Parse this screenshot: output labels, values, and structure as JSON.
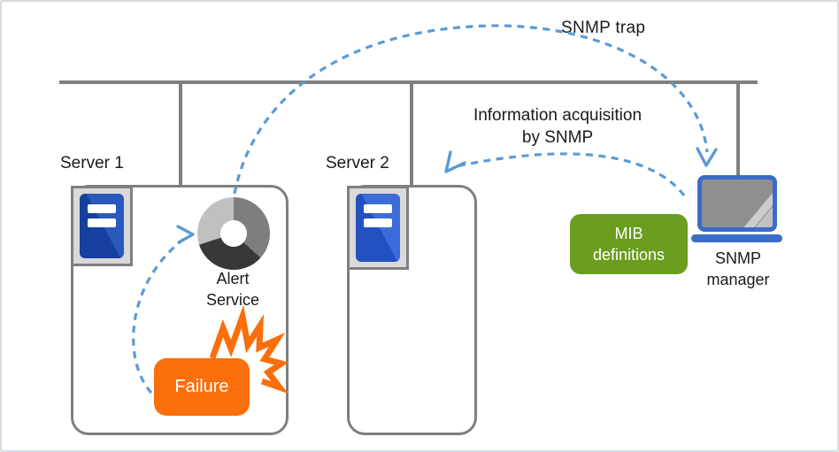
{
  "annotations": {
    "snmp_trap": "SNMP trap",
    "info_acquisition_line1": "Information acquisition",
    "info_acquisition_line2": "by SNMP"
  },
  "servers": {
    "server1": {
      "label": "Server 1",
      "service_label_line1": "Alert",
      "service_label_line2": "Service",
      "event_label": "Failure"
    },
    "server2": {
      "label": "Server 2"
    }
  },
  "manager": {
    "label_line1": "SNMP",
    "label_line2": "manager",
    "mib_line1": "MIB",
    "mib_line2": "definitions"
  },
  "colors": {
    "connector_gray": "#7f7f7f",
    "arrow_blue": "#5b9bd5",
    "failure_orange": "#fa6e0c",
    "mib_green": "#6b9d1e",
    "laptop_blue": "#3a6cc6",
    "server_icon_blue_dark": "#15409d",
    "server_icon_blue_bright": "#2252c0",
    "donut_light": "#c0c0c0",
    "donut_mid": "#7e7e7e",
    "donut_dark": "#383838"
  },
  "icons": {
    "server1_icon": "server-tower-icon",
    "server2_icon": "server-tower-icon",
    "alert_icon": "alert-service-donut-icon",
    "failure_icon": "failure-burst-icon",
    "manager_icon": "laptop-icon",
    "bus": "network-bus-line",
    "arrows": "dashed-curved-arrow"
  }
}
